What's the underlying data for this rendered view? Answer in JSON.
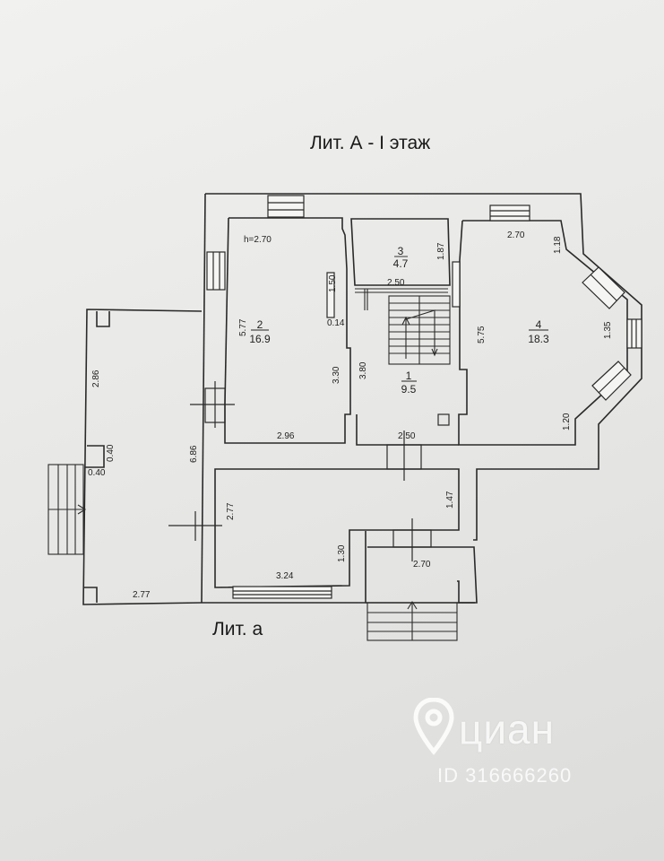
{
  "titles": {
    "main": "Лит. А - I этаж",
    "sub": "Лит. а"
  },
  "rooms": [
    {
      "number": "1",
      "area": "9.5"
    },
    {
      "number": "2",
      "area": "16.9"
    },
    {
      "number": "3",
      "area": "4.7"
    },
    {
      "number": "4",
      "area": "18.3"
    }
  ],
  "height_label": "h=2.70",
  "dimensions": {
    "room2_left": "5.77",
    "room2_right_top": "1.50",
    "room2_right_mid": "0.14",
    "room2_bottom": "2.96",
    "room3_width": "2.50",
    "room3_height": "1.87",
    "stair_left": "3.30",
    "stair_right": "3.80",
    "hall_bottom": "2.50",
    "room4_top": "2.70",
    "room4_corner_top": "1.18",
    "room4_left": "5.75",
    "room4_bay": "1.35",
    "room4_corner_bottom": "1.20",
    "lit_a_left": "2.86",
    "lit_a_step_v": "0.40",
    "lit_a_step_h": "0.40",
    "lit_a_bottom": "2.77",
    "lit_a_height": "6.86",
    "annex_left": "2.77",
    "annex_right": "1.47",
    "annex_inner": "1.30",
    "annex_bottom": "3.24",
    "porch_width": "2.70"
  },
  "watermark": {
    "brand": "циан",
    "listing_id": "ID 316666260",
    "icon": "location-pin-icon"
  }
}
